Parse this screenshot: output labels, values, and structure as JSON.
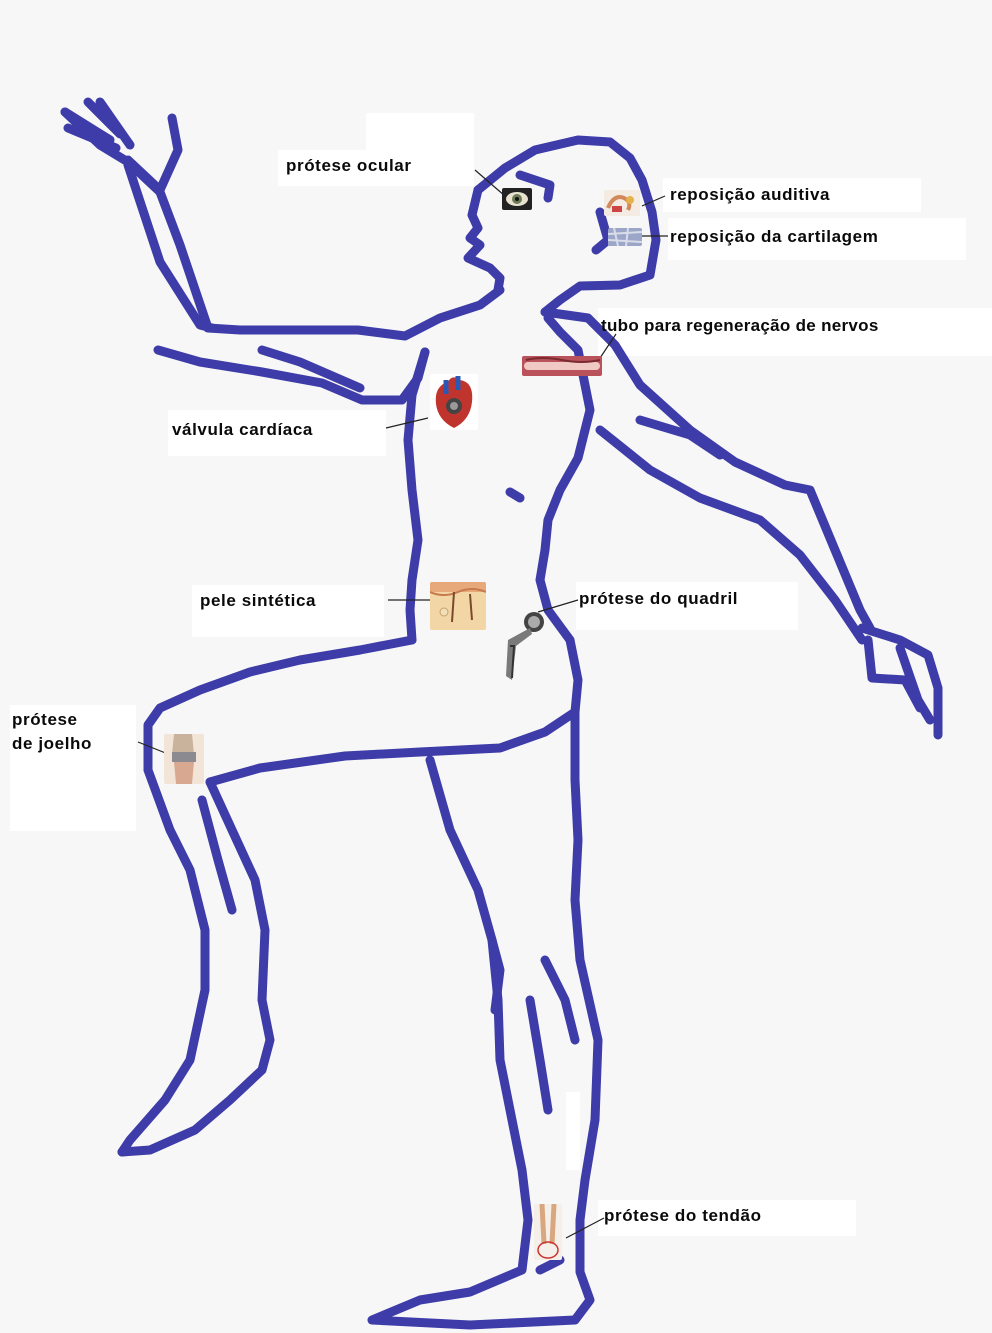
{
  "colors": {
    "outline": "#3d3ca8",
    "leader": "#222222",
    "paper": "#f7f7f7",
    "label_bg": "#ffffff"
  },
  "labels": {
    "ocular": "prótese ocular",
    "auditiva": "reposição auditiva",
    "cartilagem": "reposição da cartilagem",
    "nervos": "tubo para regeneração de nervos",
    "cardiaca": "válvula cardíaca",
    "pele": "pele sintética",
    "quadril": "prótese do quadril",
    "joelho_1": "prótese",
    "joelho_2": "de joelho",
    "tendao": "prótese do tendão"
  },
  "icons": {
    "ocular": "eye-prosthesis-icon",
    "auditiva": "ear-implant-icon",
    "cartilagem": "cartilage-icon",
    "nervos": "nerve-tube-icon",
    "cardiaca": "heart-valve-icon",
    "pele": "skin-layer-icon",
    "quadril": "hip-implant-icon",
    "joelho": "knee-implant-icon",
    "tendao": "tendon-icon"
  }
}
